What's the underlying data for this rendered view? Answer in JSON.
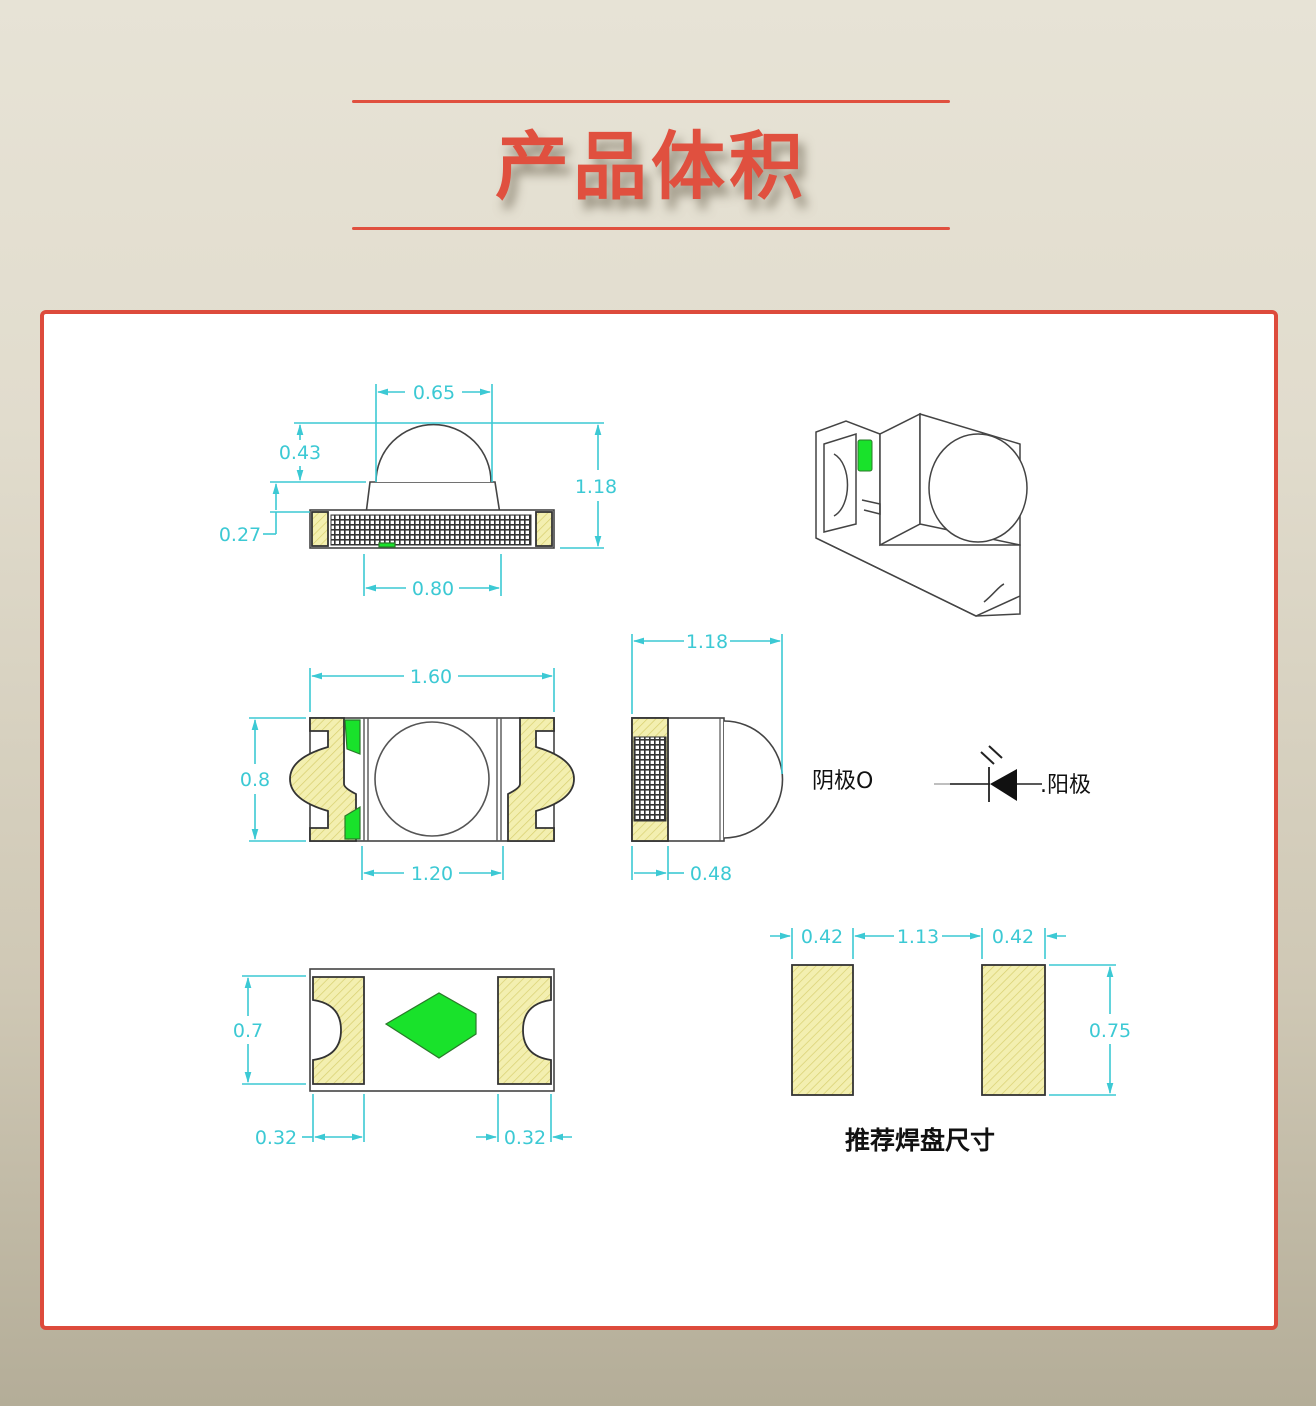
{
  "header": {
    "title": "产品体积"
  },
  "colors": {
    "accent_red": "#e0503f",
    "dimension_cyan": "#3cc9d4",
    "pad_yellow": "#f3efb0",
    "led_green": "#19e22b",
    "background_top": "#e7e3d6",
    "background_bottom": "#b4ad98"
  },
  "side_view": {
    "dim_top_lens_width": "0.65",
    "dim_lens_height": "0.43",
    "dim_total_height": "1.18",
    "dim_base_height": "0.27",
    "dim_bottom_width": "0.80"
  },
  "top_view": {
    "dim_length": "1.60",
    "dim_width": "0.8",
    "dim_inner_length": "1.20"
  },
  "end_view": {
    "dim_depth": "1.18",
    "dim_pad_depth": "0.48"
  },
  "polarity": {
    "cathode_label": "阴极O",
    "anode_label": ".阳极",
    "symbol": "led-diode-symbol"
  },
  "bottom_view": {
    "dim_pad_height": "0.7",
    "dim_left_pad_width": "0.32",
    "dim_right_pad_width": "0.32"
  },
  "solder_pad": {
    "dim_left_pad": "0.42",
    "dim_gap": "1.13",
    "dim_right_pad": "0.42",
    "dim_height": "0.75",
    "caption": "推荐焊盘尺寸"
  }
}
